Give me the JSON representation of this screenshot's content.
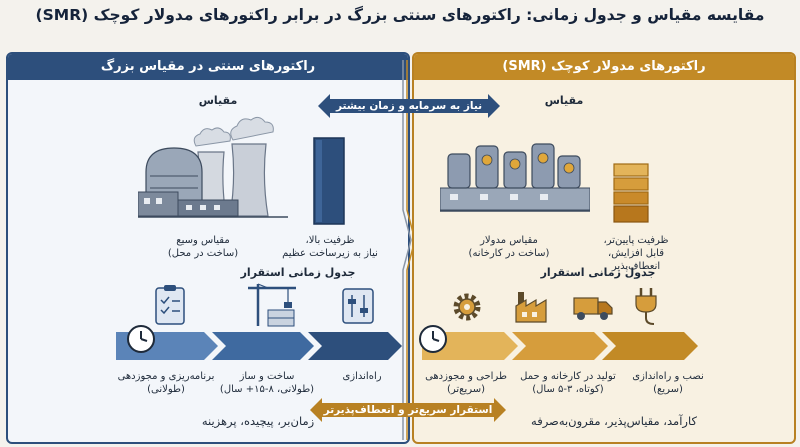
{
  "title": "مقایسه مقیاس و جدول زمانی: راکتورهای سنتی بزرگ در برابر راکتورهای مدولار کوچک (SMR)",
  "left": {
    "header": "راکتورهای سنتی در مقیاس بزرگ",
    "scale_label": "مقیاس",
    "plant_caption_1": "مقیاس وسیع",
    "plant_caption_2": "(ساخت در محل)",
    "capacity_caption_1": "ظرفیت بالا،",
    "capacity_caption_2": "نیاز به زیرساخت عظیم",
    "timeline_label": "جدول زمانی استقرار",
    "steps": [
      {
        "l1": "برنامه‌ریزی و مجوزدهی",
        "l2": "(طولانی)"
      },
      {
        "l1": "ساخت و ساز",
        "l2": "(طولانی، ۸-۱۵+ سال)"
      },
      {
        "l1": "راه‌اندازی",
        "l2": ""
      }
    ],
    "summary": "زمان‌بر، پیچیده، پرهزینه"
  },
  "right": {
    "header": "راکتورهای مدولار کوچک (SMR)",
    "scale_label": "مقیاس",
    "plant_caption_1": "مقیاس مدولار",
    "plant_caption_2": "(ساخت در کارخانه)",
    "capacity_caption_1": "ظرفیت پایین‌تر،",
    "capacity_caption_2": "قابل افزایش، انعطاف‌پذیر",
    "timeline_label": "جدول زمانی استقرار",
    "steps": [
      {
        "l1": "طراحی و مجوزدهی",
        "l2": "(سریع‌تر)"
      },
      {
        "l1": "تولید در کارخانه و حمل",
        "l2": "(کوتاه، ۳-۵ سال)"
      },
      {
        "l1": "نصب و راه‌اندازی",
        "l2": "(سریع)"
      }
    ],
    "summary": "کارآمد، مقیاس‌پذیر، مقرون‌به‌صرفه"
  },
  "banner_top": "نیاز به سرمایه و زمان بیشتر",
  "banner_bottom": "استقرار سریع‌تر و انعطاف‌پذیرتر",
  "colors": {
    "blue": "#2d4f7c",
    "gold": "#c28a26"
  }
}
